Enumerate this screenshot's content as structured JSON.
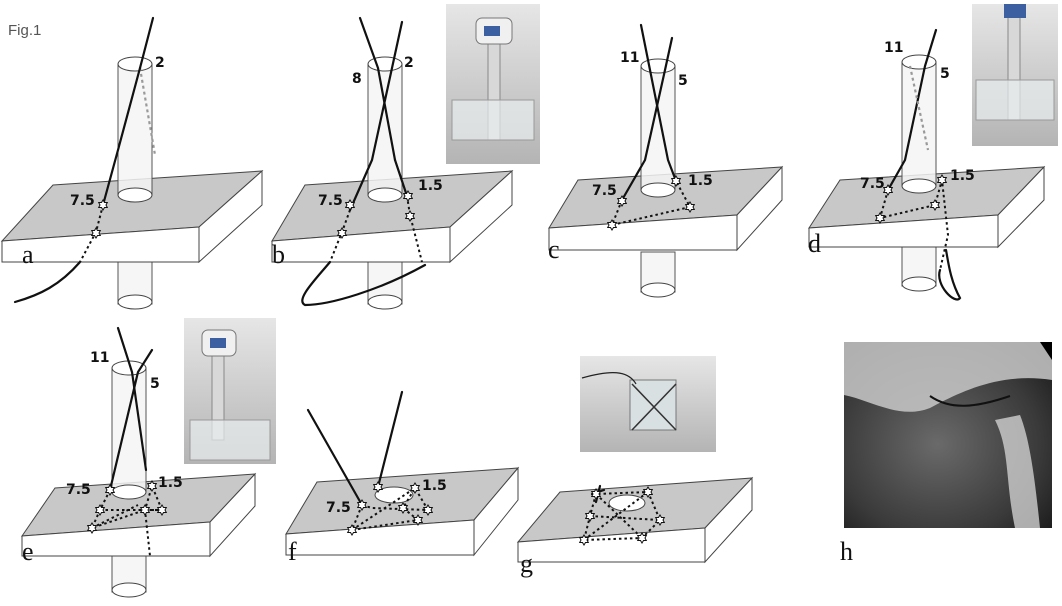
{
  "figure": {
    "title": "Fig.1",
    "panels": [
      {
        "letter": "a",
        "labels": [
          "2",
          "7.5"
        ]
      },
      {
        "letter": "b",
        "labels": [
          "8",
          "2",
          "7.5",
          "1.5"
        ]
      },
      {
        "letter": "c",
        "labels": [
          "11",
          "5",
          "7.5",
          "1.5"
        ]
      },
      {
        "letter": "d",
        "labels": [
          "11",
          "5",
          "7.5",
          "1.5"
        ]
      },
      {
        "letter": "e",
        "labels": [
          "11",
          "5",
          "7.5",
          "1.5"
        ]
      },
      {
        "letter": "f",
        "labels": [
          "7.5",
          "1.5"
        ]
      },
      {
        "letter": "g",
        "labels": []
      },
      {
        "letter": "h",
        "labels": []
      }
    ]
  },
  "colors": {
    "slab_top": "#c8c8c8",
    "thread": "#111111",
    "photo_bg": "#bdbdbd",
    "arthro_bg": "#3a3a3a"
  }
}
